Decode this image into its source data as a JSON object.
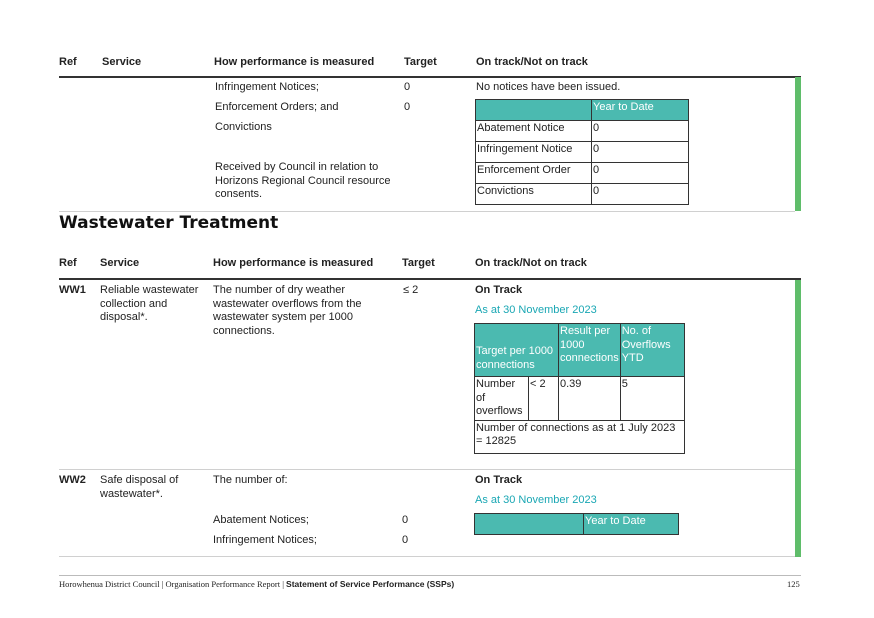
{
  "columns": {
    "ref": "Ref",
    "service": "Service",
    "measure": "How performance is measured",
    "target": "Target",
    "status": "On track/Not on track"
  },
  "top": {
    "measures": [
      "Infringement Notices;",
      "Enforcement Orders; and",
      "Convictions",
      "Received by Council in relation to Horizons Regional Council resource consents."
    ],
    "targets": [
      "0",
      "0"
    ],
    "note": "No notices have been issued.",
    "table_header": "Year to Date",
    "table_rows": [
      {
        "label": "Abatement Notice",
        "value": "0"
      },
      {
        "label": "Infringement Notice",
        "value": "0"
      },
      {
        "label": "Enforcement Order",
        "value": "0"
      },
      {
        "label": "Convictions",
        "value": "0"
      }
    ]
  },
  "section_title": "Wastewater Treatment",
  "ww1": {
    "ref": "WW1",
    "service": "Reliable wastewater collection and disposal*.",
    "measure": "The number of dry weather wastewater overflows from the wastewater system per 1000 connections.",
    "target": "≤ 2",
    "status": "On Track",
    "as_at": "As at 30 November 2023",
    "table": {
      "h1": "Target per 1000 connections",
      "h2": "Result per 1000 connections",
      "h3": "No. of Overflows YTD",
      "row_label": "Number of overflows",
      "row_target": "< 2",
      "row_result": "0.39",
      "row_count": "5",
      "note": "Number of connections as at 1 July 2023 = 12825"
    }
  },
  "ww2": {
    "ref": "WW2",
    "service": "Safe disposal of wastewater*.",
    "measure_intro": "The number of:",
    "measures": [
      "Abatement Notices;",
      "Infringement Notices;"
    ],
    "targets": [
      "0",
      "0"
    ],
    "status": "On Track",
    "as_at": "As at 30 November 2023",
    "table_header": "Year to Date"
  },
  "footer": {
    "left": "Horowhenua District Council | Organisation Performance Report | ",
    "left_bold": "Statement of Service Performance (SSPs)",
    "page": "125"
  }
}
